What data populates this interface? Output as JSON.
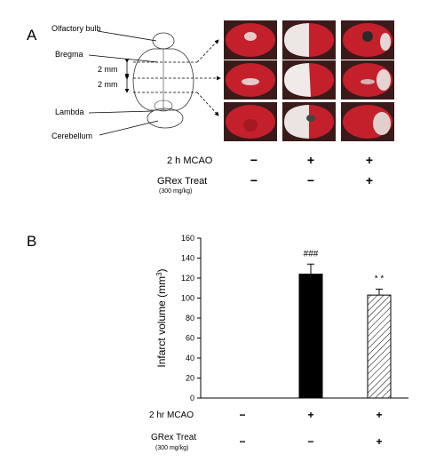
{
  "panel_a": {
    "letter": "A",
    "labels": {
      "olfactory": "Olfactory bulb",
      "bregma": "Bregma",
      "mm_top": "2 mm",
      "mm_bottom": "2 mm",
      "lambda": "Lambda",
      "cerebellum": "Cerebellum"
    },
    "conditions": [
      {
        "label": "2 h MCAO",
        "sublabel": "",
        "signs": [
          "−",
          "+",
          "+"
        ]
      },
      {
        "label": "GRex Treat",
        "sublabel": "(300 mg/kg)",
        "signs": [
          "−",
          "−",
          "+"
        ]
      }
    ]
  },
  "panel_b": {
    "letter": "B",
    "conditions": [
      {
        "label": "2 hr MCAO",
        "sublabel": "",
        "signs": [
          "−",
          "+",
          "+"
        ]
      },
      {
        "label": "GRex Treat",
        "sublabel": "(300 mg/kg)",
        "signs": [
          "−",
          "−",
          "+"
        ]
      }
    ]
  },
  "chart_data": {
    "type": "bar",
    "categories": [
      "",
      "",
      ""
    ],
    "values": [
      0,
      124,
      103
    ],
    "errors": [
      0,
      10,
      6
    ],
    "annotations": [
      "",
      "###",
      "* *"
    ],
    "ylabel": "Infarct volume (mm3)",
    "ylim": [
      0,
      160
    ],
    "yticks": [
      0,
      20,
      40,
      60,
      80,
      100,
      120,
      140,
      160
    ],
    "grid": false,
    "colors": {
      "bar1": "#000000",
      "bar2_fill": "#ffffff",
      "bar2_pattern": "diagonal-hatch"
    }
  }
}
